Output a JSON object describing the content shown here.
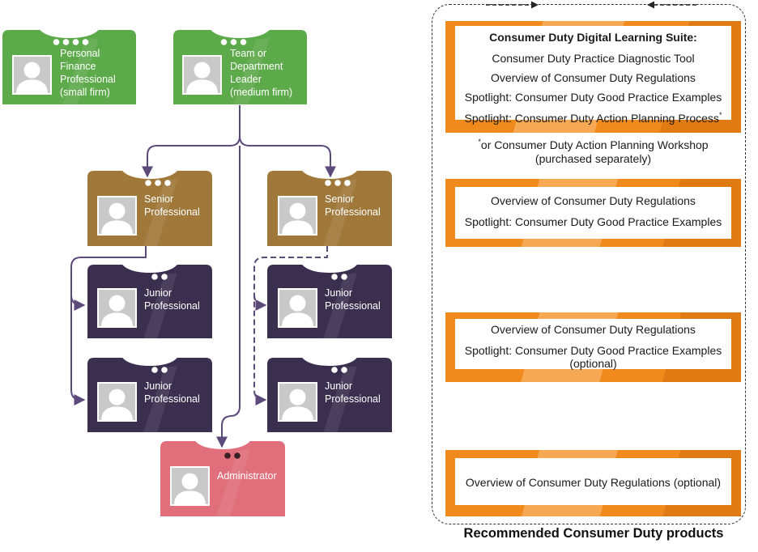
{
  "roles": {
    "personal_finance": {
      "lines": [
        "Personal",
        "Finance",
        "Professional",
        "(small firm)"
      ],
      "dots": 4,
      "color": "#5daa4b"
    },
    "team_leader": {
      "lines": [
        "Team or",
        "Department",
        "Leader",
        "(medium firm)"
      ],
      "dots": 3,
      "color": "#5daa4b"
    },
    "senior_left": {
      "lines": [
        "Senior",
        "Professional"
      ],
      "dots": 3,
      "color": "#a0793a"
    },
    "senior_right": {
      "lines": [
        "Senior",
        "Professional"
      ],
      "dots": 3,
      "color": "#a0793a"
    },
    "junior_left_1": {
      "lines": [
        "Junior",
        "Professional"
      ],
      "dots": 2,
      "color": "#3b2f4f"
    },
    "junior_left_2": {
      "lines": [
        "Junior",
        "Professional"
      ],
      "dots": 2,
      "color": "#3b2f4f"
    },
    "junior_right_1": {
      "lines": [
        "Junior",
        "Professional"
      ],
      "dots": 2,
      "color": "#3b2f4f"
    },
    "junior_right_2": {
      "lines": [
        "Junior",
        "Professional"
      ],
      "dots": 2,
      "color": "#3b2f4f"
    },
    "administrator": {
      "lines": [
        "Administrator"
      ],
      "dots": 2,
      "color": "#e06f7b"
    }
  },
  "products": {
    "box1": {
      "title": "Consumer Duty Digital Learning Suite:",
      "items": [
        "Consumer Duty Practice Diagnostic Tool",
        "Overview of Consumer Duty Regulations",
        "Spotlight: Consumer Duty Good Practice Examples",
        "Spotlight: Consumer Duty Action Planning Process"
      ],
      "asterisk": "*"
    },
    "footnote": {
      "asterisk": "*",
      "line1": "or Consumer Duty Action Planning Workshop",
      "line2": "(purchased separately)"
    },
    "box2": {
      "items": [
        "Overview of Consumer Duty Regulations",
        "Spotlight: Consumer Duty Good Practice Examples"
      ]
    },
    "box3": {
      "items": [
        "Overview of Consumer Duty Regulations",
        "Spotlight: Consumer Duty Good Practice Examples",
        "(optional)"
      ]
    },
    "box4": {
      "items": [
        "Overview of Consumer Duty Regulations (optional)"
      ]
    }
  },
  "section_title": "Recommended Consumer Duty products",
  "colors": {
    "orange": "#f08a1c",
    "orange_light": "#f7a852",
    "connector": "#5b4a7a",
    "avatar_bg": "#c9c9c9",
    "avatar_fg": "#ffffff"
  }
}
